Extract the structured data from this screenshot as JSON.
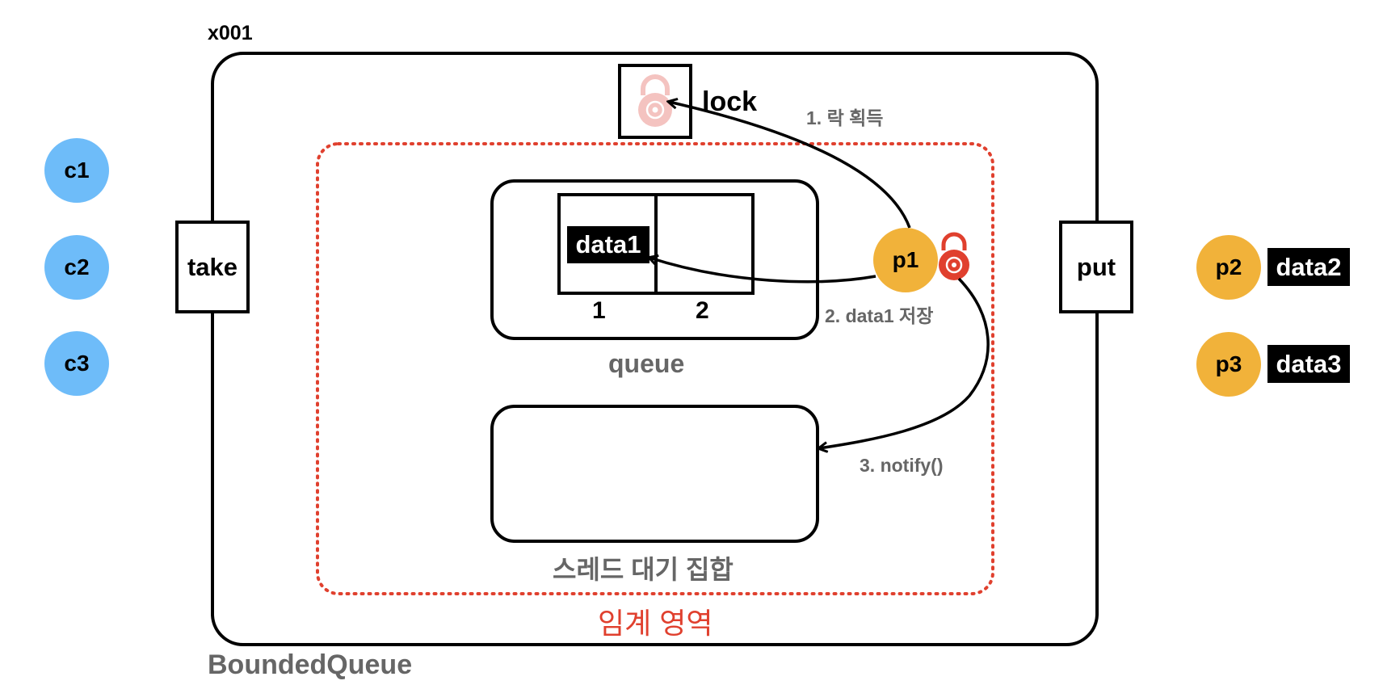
{
  "instance_label": "x001",
  "class_label": "BoundedQueue",
  "lock_label": "lock",
  "method_take": "take",
  "method_put": "put",
  "queue": {
    "label": "queue",
    "slot_indexes": [
      "1",
      "2"
    ],
    "slot1_value": "data1"
  },
  "wait_set_label": "스레드 대기 집합",
  "critical_section_label": "임계 영역",
  "consumers": [
    "c1",
    "c2",
    "c3"
  ],
  "producers": [
    {
      "name": "p2",
      "data": "data2"
    },
    {
      "name": "p3",
      "data": "data3"
    }
  ],
  "active_producer": "p1",
  "steps": {
    "step1": "1. 락 획득",
    "step2": "2. data1 저장",
    "step3": "3. notify()"
  },
  "colors": {
    "consumer": "#6ebcf9",
    "producer": "#f1b23a",
    "critical": "#e0402e",
    "lock_faded": "#f4c3c0",
    "gray_text": "#666666"
  }
}
